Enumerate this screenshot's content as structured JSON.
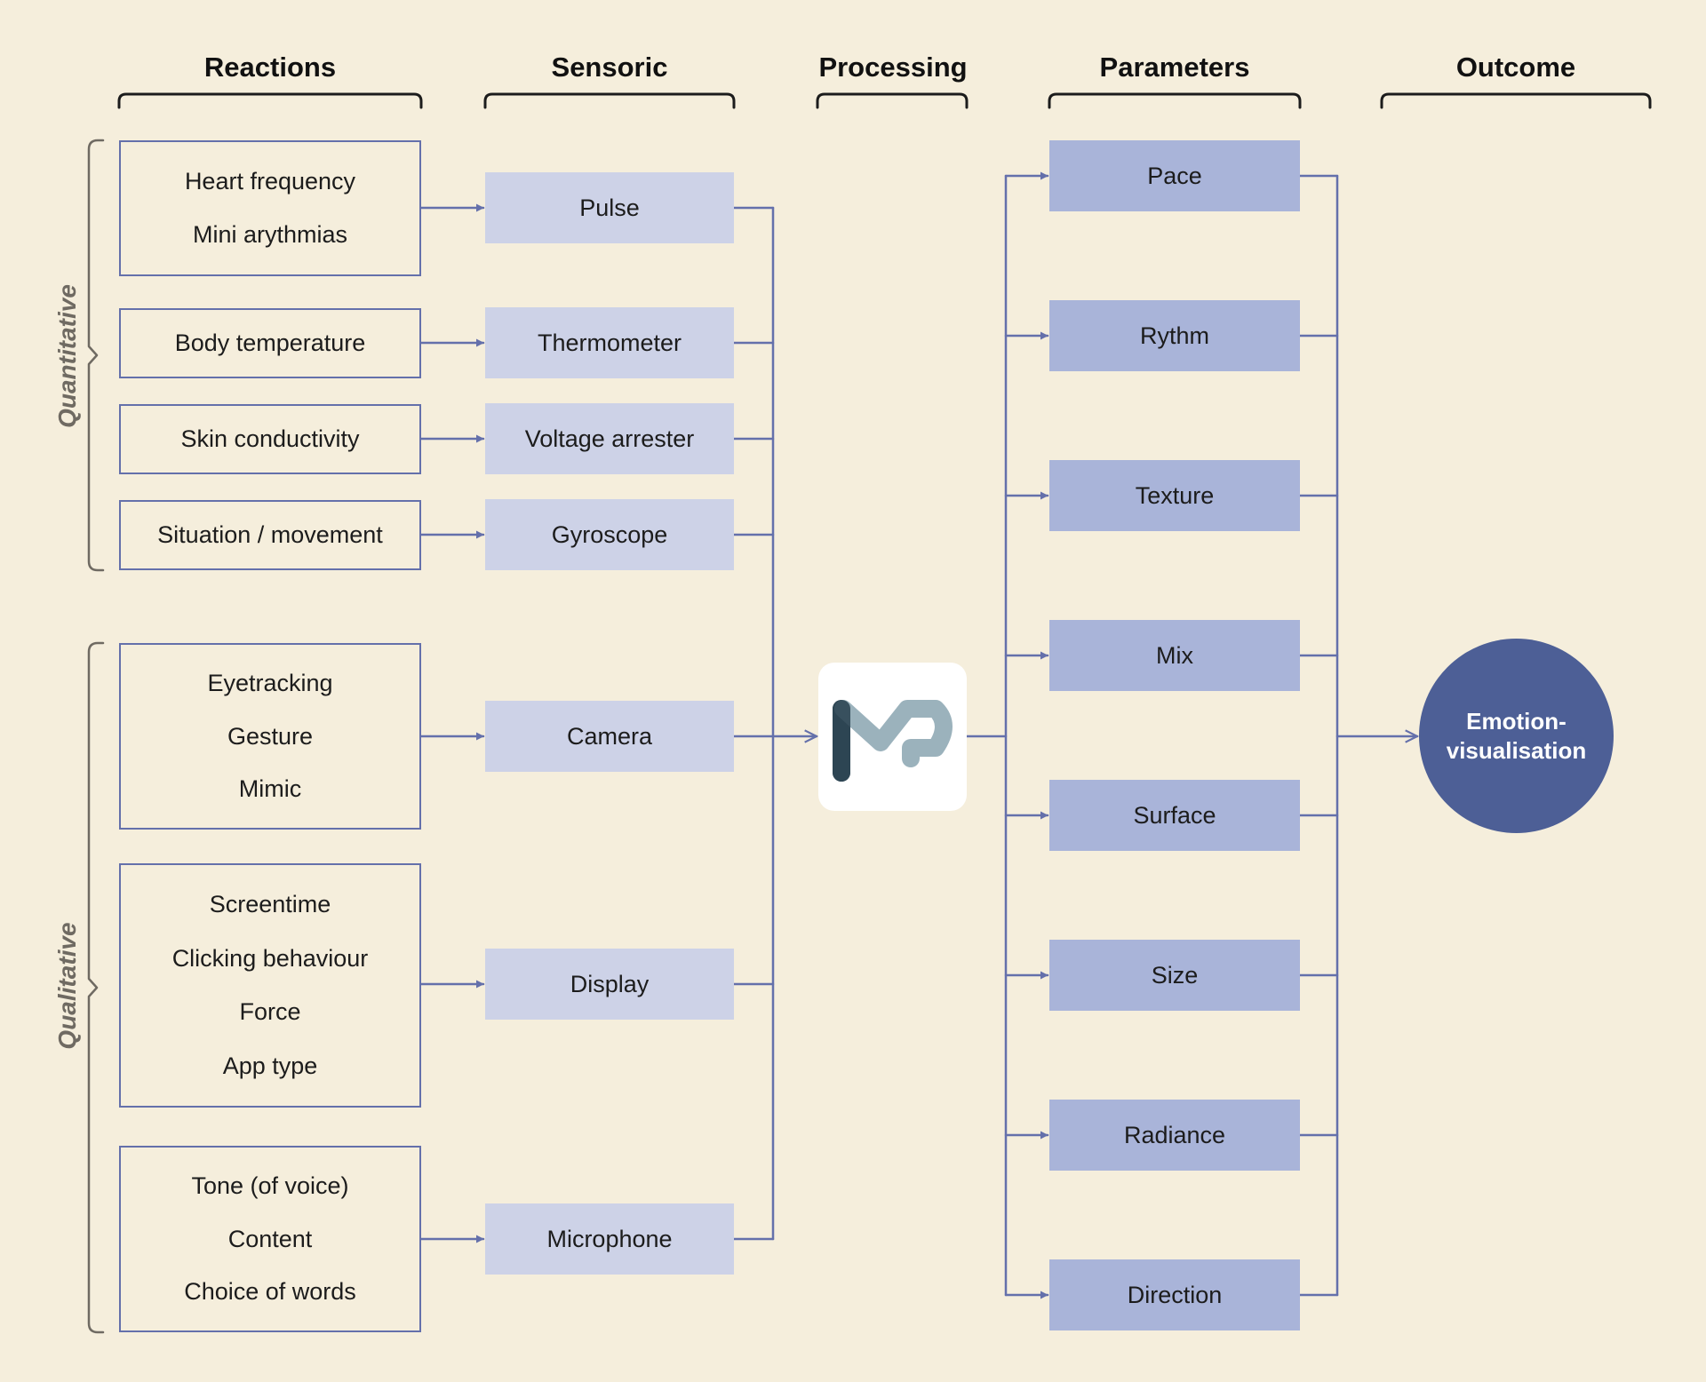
{
  "columns": {
    "reactions": "Reactions",
    "sensoric": "Sensoric",
    "processing": "Processing",
    "parameters": "Parameters",
    "outcome": "Outcome"
  },
  "groups": {
    "quantitative": "Quantitative",
    "qualitative": "Qualitative"
  },
  "reactions": [
    [
      "Heart frequency",
      "Mini arythmias"
    ],
    [
      "Body temperature"
    ],
    [
      "Skin conductivity"
    ],
    [
      "Situation / movement"
    ],
    [
      "Eyetracking",
      "Gesture",
      "Mimic"
    ],
    [
      "Screentime",
      "Clicking behaviour",
      "Force",
      "App type"
    ],
    [
      "Tone (of voice)",
      "Content",
      "Choice of words"
    ]
  ],
  "sensors": [
    "Pulse",
    "Thermometer",
    "Voltage arrester",
    "Gyroscope",
    "Camera",
    "Display",
    "Microphone"
  ],
  "processing": {
    "logo_icon": "md-logo-icon"
  },
  "parameters": [
    "Pace",
    "Rythm",
    "Texture",
    "Mix",
    "Surface",
    "Size",
    "Radiance",
    "Direction"
  ],
  "outcome": {
    "line1": "Emotion-",
    "line2": "visualisation"
  },
  "colors": {
    "background": "#f5eedc",
    "line": "#6470ab",
    "sensor_fill": "#cdd2e7",
    "parameter_fill": "#a9b4d9",
    "outcome_fill": "#4d5f96",
    "bracket": "#6f6a62",
    "header_bracket": "#1c1c1c"
  }
}
